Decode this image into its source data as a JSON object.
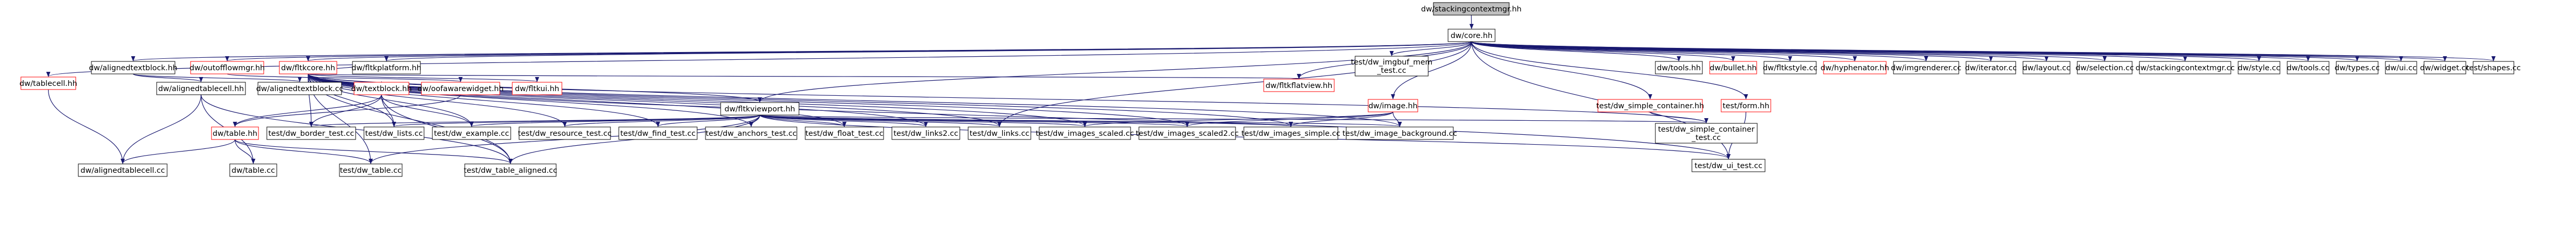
{
  "colors": {
    "edge": "#191970",
    "border_normal": "#000000",
    "border_missing": "#ff0000",
    "fill_root": "#bfbfbf",
    "fill_normal": "#ffffff",
    "text": "#000000"
  },
  "nodes": [
    {
      "id": "stackingcontextmgr_hh",
      "label": "dw/stackingcontextmgr.hh",
      "kind": "root"
    },
    {
      "id": "core_hh",
      "label": "dw/core.hh",
      "kind": "normal"
    },
    {
      "id": "tablecell_hh",
      "label": "dw/tablecell.hh",
      "kind": "missing"
    },
    {
      "id": "alignedtextblock_hh",
      "label": "dw/alignedtextblock.hh",
      "kind": "normal"
    },
    {
      "id": "outofflowmgr_hh",
      "label": "dw/outofflowmgr.hh",
      "kind": "missing"
    },
    {
      "id": "fltkcore_hh",
      "label": "dw/fltkcore.hh",
      "kind": "missing"
    },
    {
      "id": "fltkplatform_hh",
      "label": "dw/fltkplatform.hh",
      "kind": "normal"
    },
    {
      "id": "fltkviewport_hh",
      "label": "dw/fltkviewport.hh",
      "kind": "normal"
    },
    {
      "id": "fltkflatview_hh",
      "label": "dw/fltkflatview.hh",
      "kind": "missing"
    },
    {
      "id": "image_hh",
      "label": "dw/image.hh",
      "kind": "missing"
    },
    {
      "id": "test_dw_imgbuf_mem_test_cc",
      "label": "test/dw_imgbuf_mem\n_test.cc",
      "kind": "normal"
    },
    {
      "id": "tools_hh",
      "label": "dw/tools.hh",
      "kind": "normal"
    },
    {
      "id": "bullet_hh",
      "label": "dw/bullet.hh",
      "kind": "missing"
    },
    {
      "id": "fltkstyle_cc",
      "label": "dw/fltkstyle.cc",
      "kind": "normal"
    },
    {
      "id": "hyphenator_hh",
      "label": "dw/hyphenator.hh",
      "kind": "missing"
    },
    {
      "id": "imgrenderer_cc",
      "label": "dw/imgrenderer.cc",
      "kind": "normal"
    },
    {
      "id": "iterator_cc",
      "label": "dw/iterator.cc",
      "kind": "normal"
    },
    {
      "id": "layout_cc",
      "label": "dw/layout.cc",
      "kind": "normal"
    },
    {
      "id": "selection_cc",
      "label": "dw/selection.cc",
      "kind": "normal"
    },
    {
      "id": "stackingcontextmgr_cc",
      "label": "dw/stackingcontextmgr.cc",
      "kind": "normal"
    },
    {
      "id": "style_cc",
      "label": "dw/style.cc",
      "kind": "normal"
    },
    {
      "id": "tools_cc",
      "label": "dw/tools.cc",
      "kind": "normal"
    },
    {
      "id": "types_cc",
      "label": "dw/types.cc",
      "kind": "normal"
    },
    {
      "id": "ui_cc",
      "label": "dw/ui.cc",
      "kind": "normal"
    },
    {
      "id": "widget_cc",
      "label": "dw/widget.cc",
      "kind": "normal"
    },
    {
      "id": "test_shapes_cc",
      "label": "test/shapes.cc",
      "kind": "normal"
    },
    {
      "id": "alignedtablecell_hh",
      "label": "dw/alignedtablecell.hh",
      "kind": "normal"
    },
    {
      "id": "alignedtextblock_cc",
      "label": "dw/alignedtextblock.cc",
      "kind": "normal"
    },
    {
      "id": "ooofawarewidget_hh",
      "label": "dw/oofawarewidget.hh",
      "kind": "missing"
    },
    {
      "id": "fltkui_hh",
      "label": "dw/fltkui.hh",
      "kind": "missing"
    },
    {
      "id": "textblock_hh",
      "label": "dw/textblock.hh",
      "kind": "missing"
    },
    {
      "id": "test_dw_simple_container_hh",
      "label": "test/dw_simple_container.hh",
      "kind": "missing"
    },
    {
      "id": "test_form_hh",
      "label": "test/form.hh",
      "kind": "missing"
    },
    {
      "id": "table_hh",
      "label": "dw/table.hh",
      "kind": "missing"
    },
    {
      "id": "test_dw_border_test_cc",
      "label": "test/dw_border_test.cc",
      "kind": "normal"
    },
    {
      "id": "test_dw_example_cc",
      "label": "test/dw_example.cc",
      "kind": "normal"
    },
    {
      "id": "test_dw_find_test_cc",
      "label": "test/dw_find_test.cc",
      "kind": "normal"
    },
    {
      "id": "test_dw_anchors_test_cc",
      "label": "test/dw_anchors_test.cc",
      "kind": "normal"
    },
    {
      "id": "test_dw_float_test_cc",
      "label": "test/dw_float_test.cc",
      "kind": "normal"
    },
    {
      "id": "test_dw_lists_cc",
      "label": "test/dw_lists.cc",
      "kind": "normal"
    },
    {
      "id": "test_dw_links2_cc",
      "label": "test/dw_links2.cc",
      "kind": "normal"
    },
    {
      "id": "test_dw_links_cc",
      "label": "test/dw_links.cc",
      "kind": "normal"
    },
    {
      "id": "test_dw_images_scaled_cc",
      "label": "test/dw_images_scaled.cc",
      "kind": "normal"
    },
    {
      "id": "test_dw_images_scaled2_cc",
      "label": "test/dw_images_scaled2.cc",
      "kind": "normal"
    },
    {
      "id": "test_dw_images_simple_cc",
      "label": "test/dw_images_simple.cc",
      "kind": "normal"
    },
    {
      "id": "test_dw_image_background_cc",
      "label": "test/dw_image_background.cc",
      "kind": "normal"
    },
    {
      "id": "test_dw_simple_container_test_cc",
      "label": "test/dw_simple_container\n_test.cc",
      "kind": "normal"
    },
    {
      "id": "test_dw_resource_test_cc",
      "label": "test/dw_resource_test.cc",
      "kind": "normal"
    },
    {
      "id": "test_dw_ui_test_cc",
      "label": "test/dw_ui_test.cc",
      "kind": "normal"
    },
    {
      "id": "alignedtablecell_cc",
      "label": "dw/alignedtablecell.cc",
      "kind": "normal"
    },
    {
      "id": "table_cc",
      "label": "dw/table.cc",
      "kind": "normal"
    },
    {
      "id": "test_dw_table_aligned_cc",
      "label": "test/dw_table_aligned.cc",
      "kind": "normal"
    },
    {
      "id": "test_dw_table_cc",
      "label": "test/dw_table.cc",
      "kind": "normal"
    }
  ],
  "edges": [
    [
      "stackingcontextmgr_hh",
      "core_hh"
    ],
    [
      "core_hh",
      "tablecell_hh"
    ],
    [
      "core_hh",
      "alignedtextblock_hh"
    ],
    [
      "core_hh",
      "outofflowmgr_hh"
    ],
    [
      "core_hh",
      "fltkcore_hh"
    ],
    [
      "core_hh",
      "fltkplatform_hh"
    ],
    [
      "core_hh",
      "fltkviewport_hh"
    ],
    [
      "core_hh",
      "fltkflatview_hh"
    ],
    [
      "core_hh",
      "image_hh"
    ],
    [
      "core_hh",
      "test_dw_imgbuf_mem_test_cc"
    ],
    [
      "core_hh",
      "tools_hh"
    ],
    [
      "core_hh",
      "bullet_hh"
    ],
    [
      "core_hh",
      "fltkstyle_cc"
    ],
    [
      "core_hh",
      "hyphenator_hh"
    ],
    [
      "core_hh",
      "imgrenderer_cc"
    ],
    [
      "core_hh",
      "iterator_cc"
    ],
    [
      "core_hh",
      "layout_cc"
    ],
    [
      "core_hh",
      "selection_cc"
    ],
    [
      "core_hh",
      "stackingcontextmgr_cc"
    ],
    [
      "core_hh",
      "style_cc"
    ],
    [
      "core_hh",
      "tools_cc"
    ],
    [
      "core_hh",
      "types_cc"
    ],
    [
      "core_hh",
      "ui_cc"
    ],
    [
      "core_hh",
      "widget_cc"
    ],
    [
      "core_hh",
      "test_shapes_cc"
    ],
    [
      "core_hh",
      "test_dw_simple_container_hh"
    ],
    [
      "core_hh",
      "test_form_hh"
    ],
    [
      "core_hh",
      "test_dw_ui_test_cc"
    ],
    [
      "core_hh",
      "test_dw_links_cc"
    ],
    [
      "tablecell_hh",
      "alignedtablecell_cc"
    ],
    [
      "alignedtextblock_hh",
      "alignedtablecell_hh"
    ],
    [
      "alignedtextblock_hh",
      "alignedtextblock_cc"
    ],
    [
      "alignedtablecell_hh",
      "alignedtablecell_cc"
    ],
    [
      "alignedtablecell_hh",
      "table_cc"
    ],
    [
      "alignedtablecell_hh",
      "test_dw_table_aligned_cc"
    ],
    [
      "outofflowmgr_hh",
      "ooofawarewidget_hh"
    ],
    [
      "ooofawarewidget_hh",
      "table_hh"
    ],
    [
      "fltkcore_hh",
      "fltkplatform_hh"
    ],
    [
      "fltkcore_hh",
      "fltkviewport_hh"
    ],
    [
      "fltkcore_hh",
      "fltkui_hh"
    ],
    [
      "fltkcore_hh",
      "fltkflatview_hh"
    ],
    [
      "fltkcore_hh",
      "test_dw_example_cc"
    ],
    [
      "fltkcore_hh",
      "test_dw_resource_test_cc"
    ],
    [
      "fltkcore_hh",
      "test_dw_find_test_cc"
    ],
    [
      "fltkcore_hh",
      "test_dw_anchors_test_cc"
    ],
    [
      "fltkcore_hh",
      "test_dw_float_test_cc"
    ],
    [
      "fltkcore_hh",
      "test_dw_links2_cc"
    ],
    [
      "fltkcore_hh",
      "test_dw_links_cc"
    ],
    [
      "fltkcore_hh",
      "test_dw_images_scaled_cc"
    ],
    [
      "fltkcore_hh",
      "test_dw_images_scaled2_cc"
    ],
    [
      "fltkcore_hh",
      "test_dw_images_simple_cc"
    ],
    [
      "fltkcore_hh",
      "test_dw_image_background_cc"
    ],
    [
      "fltkcore_hh",
      "test_dw_simple_container_test_cc"
    ],
    [
      "fltkcore_hh",
      "test_dw_ui_test_cc"
    ],
    [
      "fltkcore_hh",
      "test_dw_lists_cc"
    ],
    [
      "fltkcore_hh",
      "test_dw_border_test_cc"
    ],
    [
      "fltkcore_hh",
      "test_dw_table_aligned_cc"
    ],
    [
      "fltkcore_hh",
      "test_dw_table_cc"
    ],
    [
      "textblock_hh",
      "table_hh"
    ],
    [
      "textblock_hh",
      "test_dw_border_test_cc"
    ],
    [
      "textblock_hh",
      "test_dw_lists_cc"
    ],
    [
      "textblock_hh",
      "test_dw_example_cc"
    ],
    [
      "textblock_hh",
      "test_dw_table_aligned_cc"
    ],
    [
      "ooofawarewidget_hh",
      "textblock_hh"
    ],
    [
      "fltkviewport_hh",
      "test_dw_border_test_cc"
    ],
    [
      "fltkviewport_hh",
      "test_dw_example_cc"
    ],
    [
      "fltkviewport_hh",
      "test_dw_find_test_cc"
    ],
    [
      "fltkviewport_hh",
      "test_dw_anchors_test_cc"
    ],
    [
      "fltkviewport_hh",
      "test_dw_float_test_cc"
    ],
    [
      "fltkviewport_hh",
      "test_dw_links2_cc"
    ],
    [
      "fltkviewport_hh",
      "test_dw_links_cc"
    ],
    [
      "fltkviewport_hh",
      "test_dw_images_scaled_cc"
    ],
    [
      "fltkviewport_hh",
      "test_dw_images_scaled2_cc"
    ],
    [
      "fltkviewport_hh",
      "test_dw_images_simple_cc"
    ],
    [
      "fltkviewport_hh",
      "test_dw_image_background_cc"
    ],
    [
      "fltkviewport_hh",
      "test_dw_simple_container_test_cc"
    ],
    [
      "fltkviewport_hh",
      "test_dw_resource_test_cc"
    ],
    [
      "fltkviewport_hh",
      "test_dw_ui_test_cc"
    ],
    [
      "fltkviewport_hh",
      "test_dw_lists_cc"
    ],
    [
      "fltkviewport_hh",
      "test_dw_table_aligned_cc"
    ],
    [
      "fltkviewport_hh",
      "test_dw_table_cc"
    ],
    [
      "image_hh",
      "test_dw_images_scaled_cc"
    ],
    [
      "image_hh",
      "test_dw_images_scaled2_cc"
    ],
    [
      "image_hh",
      "test_dw_images_simple_cc"
    ],
    [
      "image_hh",
      "test_dw_image_background_cc"
    ],
    [
      "test_dw_simple_container_hh",
      "test_dw_simple_container_test_cc"
    ],
    [
      "test_form_hh",
      "test_dw_ui_test_cc"
    ],
    [
      "table_hh",
      "alignedtablecell_cc"
    ],
    [
      "table_hh",
      "table_cc"
    ],
    [
      "table_hh",
      "test_dw_table_aligned_cc"
    ],
    [
      "table_hh",
      "test_dw_table_cc"
    ]
  ]
}
